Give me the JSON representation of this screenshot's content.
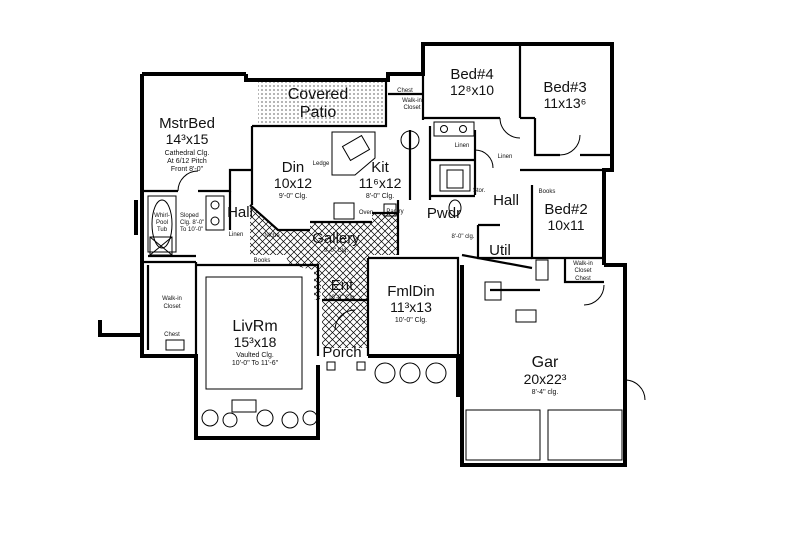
{
  "rooms": {
    "mstr_bed": {
      "name": "MstrBed",
      "dim": "14³x15",
      "n1": "Cathedral Clg.",
      "n2": "At 6/12 Pitch",
      "n3": "Front 8'-0\""
    },
    "covered_patio": {
      "l1": "Covered",
      "l2": "Patio"
    },
    "bed4": {
      "name": "Bed#4",
      "dim": "12⁸x10"
    },
    "bed3": {
      "name": "Bed#3",
      "dim": "11x13⁶"
    },
    "bed2": {
      "name": "Bed#2",
      "dim": "10x11"
    },
    "din": {
      "name": "Din",
      "dim": "10x12",
      "note": "9'-0\" Clg."
    },
    "kit": {
      "name": "Kit",
      "dim": "11⁶x12",
      "note": "8'-0\" Clg."
    },
    "gallery": {
      "name": "Gallery",
      "note": "9'-0\" Clg."
    },
    "ent": {
      "name": "Ent",
      "note": "10'-0\" Clg."
    },
    "fml_din": {
      "name": "FmlDin",
      "dim": "11³x13",
      "note": "10'-0\" Clg."
    },
    "liv_rm": {
      "name": "LivRm",
      "dim": "15³x18",
      "n1": "Vaulted Clg.",
      "n2": "10'-0\" To 11'-6\""
    },
    "porch": {
      "name": "Porch"
    },
    "gar": {
      "name": "Gar",
      "dim": "20x22³",
      "note": "8'-4\" clg."
    },
    "util": {
      "name": "Util",
      "note": "8'-0\" clg."
    },
    "pwdr": {
      "name": "Pwdr"
    },
    "hall_right": {
      "name": "Hall"
    },
    "hall_left": {
      "name": "Hall"
    }
  },
  "labels": {
    "whirlpool": [
      "Whirl-",
      "Pool",
      "Tub"
    ],
    "sloped": [
      "Sloped",
      "Clg. 8'-0\"",
      "To 10'-0\""
    ],
    "walkin_master": [
      "Walk-in",
      "Closet"
    ],
    "chest_master": "Chest",
    "chest_bed4": "Chest",
    "walkin_bed4": [
      "Walk-in",
      "Closet"
    ],
    "walkin_bed2": [
      "Walk-in",
      "Closet"
    ],
    "chest_bed2": "Chest",
    "linen_bath": "Linen",
    "linen_hall": "Linen",
    "linen_left": "Linen",
    "books_right": "Books",
    "books_left": "Books",
    "ledge": "Ledge",
    "oven": "Oven",
    "pantry": "Pantry",
    "stor": "Stor.",
    "niche": "Niche"
  }
}
